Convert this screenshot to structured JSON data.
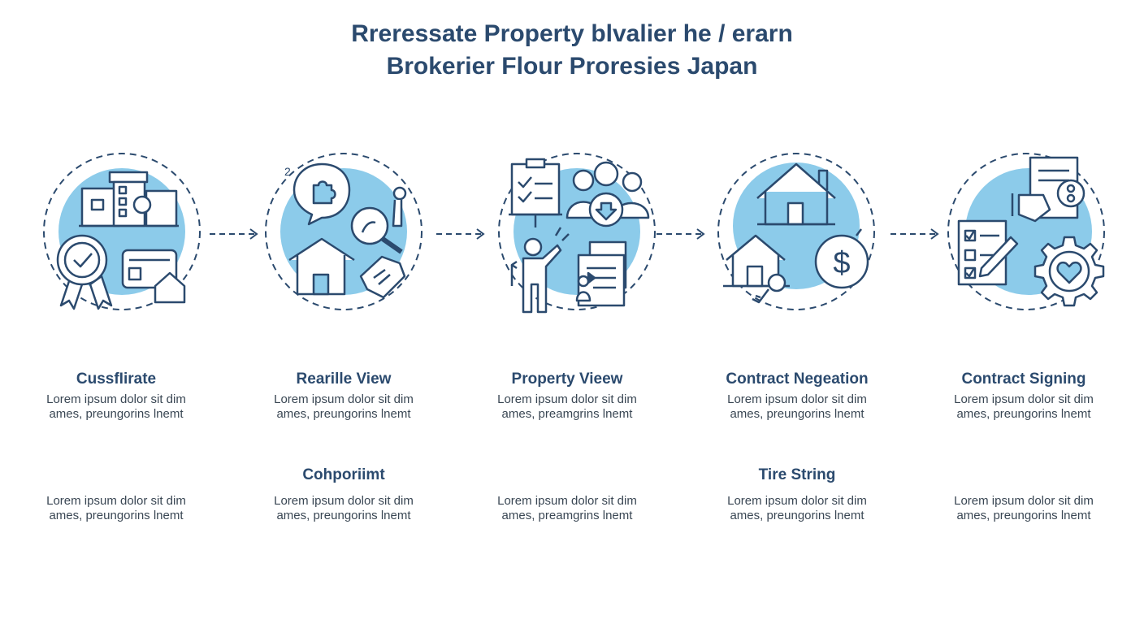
{
  "title": {
    "line1": "Rreressate Property blvalier he / erarn",
    "line2": "Brokerier Flour Proresies Japan"
  },
  "steps": [
    {
      "title": "CussfIirate",
      "text1": "Lorem ipsum dolor sit dim",
      "text2": "ames, preungorins lnemt",
      "text3": "Lorem ipsum dolor sit dim",
      "text4": "ames, preungorins lnemt"
    },
    {
      "title": "Rearille View",
      "sub_title": "Cohporiimt",
      "text1": "Lorem ipsum dolor sit dim",
      "text2": "ames, preungorins lnemt",
      "text3": "Lorem ipsum dolor sit dim",
      "text4": "ames, preungorins lnemt"
    },
    {
      "title": "Property Vieew",
      "text1": "Lorem ipsum dolor sit dim",
      "text2": "ames, preamgrins lnemt",
      "text3": "Lorem ipsum dolor sit dim",
      "text4": "ames, preamgrins lnemt"
    },
    {
      "title": "Contract Negeation",
      "sub_title": "Tire String",
      "text1": "Lorem ipsum dolor sit dim",
      "text2": "ames, preungorins lnemt",
      "text3": "Lorem ipsum dolor sit dim",
      "text4": "ames, preungorins lnemt"
    },
    {
      "title": "Contract Signing",
      "text1": "Lorem ipsum dolor sit dim",
      "text2": "ames, preungorins lnemt",
      "text3": "Lorem ipsum dolor sit dim",
      "text4": "ames, preungorins lnemt"
    }
  ],
  "icons": [
    [
      "building-icon",
      "award-ribbon-icon",
      "property-card-icon"
    ],
    [
      "puzzle-speech-icon",
      "magnifier-icon",
      "house-icon",
      "handshake-icon"
    ],
    [
      "checklist-clipboard-icon",
      "people-group-icon",
      "presenter-icon",
      "document-icon"
    ],
    [
      "house-icon",
      "dollar-coin-icon",
      "house-key-icon"
    ],
    [
      "contract-documents-icon",
      "checklist-pen-icon",
      "gear-heart-icon"
    ]
  ],
  "colors": {
    "accent": "#8ccbea",
    "stroke": "#2b4a6e",
    "text": "#3a4754"
  }
}
